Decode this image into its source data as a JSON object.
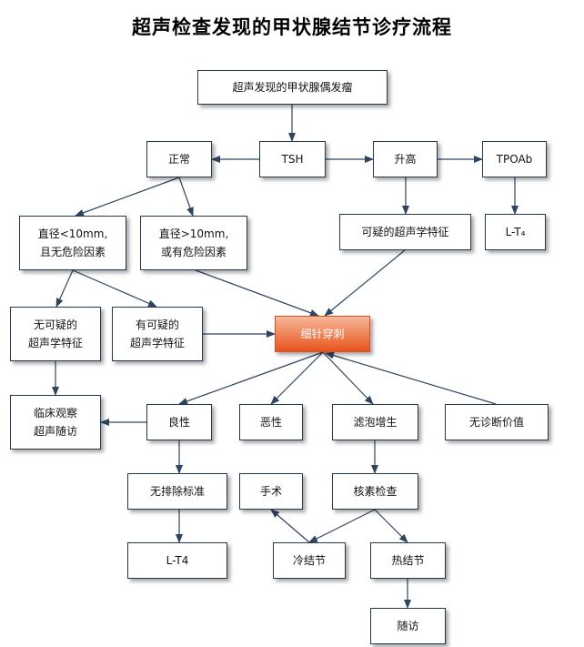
{
  "title": "超声检查发现的甲状腺结节诊疗流程",
  "nodes": {
    "start": "超声发现的甲状腺偶发瘤",
    "tsh": "TSH",
    "normal": "正常",
    "elevated": "升高",
    "tpoab": "TPOAb",
    "small": "直径<10mm,\n且无危险因素",
    "large": "直径>10mm,\n或有危险因素",
    "suspicious_us": "可疑的超声学特征",
    "lt4_top": "L-T₄",
    "no_suspicious": "无可疑的\n超声学特征",
    "has_suspicious": "有可疑的\n超声学特征",
    "fna": "细针穿刺",
    "observe": "临床观察\n超声随访",
    "benign": "良性",
    "malignant": "恶性",
    "follicular": "滤泡增生",
    "nondiagnostic": "无诊断价值",
    "no_exclusion": "无排除标准",
    "surgery": "手术",
    "scan": "核素检查",
    "lt4_bottom": "L-T4",
    "cold": "冷结节",
    "hot": "热结节",
    "followup": "随访"
  },
  "colors": {
    "line": "#2e4560",
    "fna_top": "#f7b79a",
    "fna_bottom": "#e8541c"
  }
}
